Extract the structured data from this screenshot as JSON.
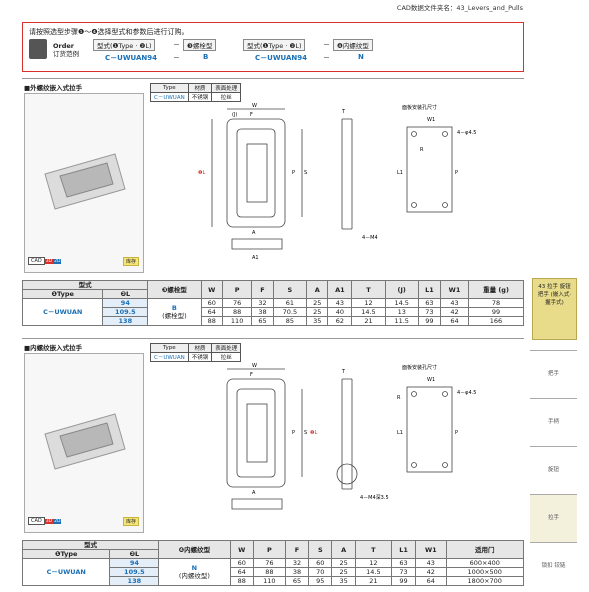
{
  "header": {
    "cad_file": "CAD数据文件夹名：43_Levers_and_Pulls"
  },
  "order": {
    "intro": "请按照选型步骤❶～❹选择型式和参数后进行订购。",
    "label_en": "Order",
    "label_cn": "订货范例",
    "box1": "型式(❶Type · ❷L)",
    "box2": "❸螺栓型",
    "box3": "型式(❶Type · ❷L)",
    "box4": "❹内螺纹型",
    "val1": "C－UWUAN94",
    "val2": "B",
    "val3": "C－UWUAN94",
    "val4": "N",
    "dash": "－"
  },
  "sec1": {
    "title": "外螺纹嵌入式拉手",
    "spec_headers": [
      "Type",
      "材质",
      "表面处理"
    ],
    "spec_row": [
      "C－UWUAN",
      "不锈钢",
      "拉丝"
    ],
    "cad": "CAD",
    "b3d": "3D",
    "b2d": "2D",
    "stock": "库存",
    "labels": {
      "w": "W",
      "f": "F",
      "j": "(J)",
      "t": "T",
      "s": "S",
      "p": "P",
      "a": "A",
      "a1": "A1",
      "l": "❷L",
      "panel": "面板安装孔尺寸",
      "w1": "W1",
      "l1": "L1",
      "hole": "4－φ4.5",
      "m4": "4－M4",
      "r": "R"
    },
    "table": {
      "h_type": "型式",
      "h_1": "❶Type",
      "h_2": "❷L",
      "h_3": "❸螺栓型",
      "cols": [
        "W",
        "P",
        "F",
        "S",
        "A",
        "A1",
        "T",
        "(J)",
        "L1",
        "W1",
        "重量 (g)"
      ],
      "type": "C－UWUAN",
      "bolt": "B",
      "bolt_note": "(螺栓型)",
      "rows": [
        {
          "l": "94",
          "v": [
            "60",
            "76",
            "32",
            "61",
            "25",
            "43",
            "12",
            "14.5",
            "63",
            "43",
            "78"
          ]
        },
        {
          "l": "109.5",
          "v": [
            "64",
            "88",
            "38",
            "70.5",
            "25",
            "40",
            "14.5",
            "13",
            "73",
            "42",
            "99"
          ]
        },
        {
          "l": "138",
          "v": [
            "88",
            "110",
            "65",
            "85",
            "35",
            "62",
            "21",
            "11.5",
            "99",
            "64",
            "166"
          ]
        }
      ]
    }
  },
  "sec2": {
    "title": "内螺纹嵌入式拉手",
    "spec_headers": [
      "Type",
      "材质",
      "表面处理"
    ],
    "spec_row": [
      "C－UWUAN",
      "不锈钢",
      "拉丝"
    ],
    "cad": "CAD",
    "b3d": "3D",
    "b2d": "2D",
    "stock": "库存",
    "labels": {
      "w": "W",
      "f": "F",
      "s": "S",
      "p": "P",
      "a": "A",
      "t": "T",
      "l": "❷L",
      "panel": "面板安装孔尺寸",
      "w1": "W1",
      "l1": "L1",
      "hole": "4－φ4.5",
      "m4": "4－M4深3.5",
      "r": "R"
    },
    "table": {
      "h_type": "型式",
      "h_1": "❶Type",
      "h_2": "❷L",
      "h_3": "❹内螺纹型",
      "cols": [
        "W",
        "P",
        "F",
        "S",
        "A",
        "T",
        "L1",
        "W1",
        "适用门"
      ],
      "type": "C－UWUAN",
      "bolt": "N",
      "bolt_note": "(内螺纹型)",
      "rows": [
        {
          "l": "94",
          "v": [
            "60",
            "76",
            "32",
            "60",
            "25",
            "12",
            "63",
            "43",
            "600×400"
          ]
        },
        {
          "l": "109.5",
          "v": [
            "64",
            "88",
            "38",
            "70",
            "25",
            "14.5",
            "73",
            "42",
            "1000×500"
          ]
        },
        {
          "l": "138",
          "v": [
            "88",
            "110",
            "65",
            "95",
            "35",
            "21",
            "99",
            "64",
            "1800×700"
          ]
        }
      ]
    }
  },
  "side": {
    "active": "43 拉手 旋钮 把手 (嵌入式·握手式)",
    "tabs": [
      "把手",
      "手柄",
      "旋钮",
      "拉手",
      "锁扣 铰链"
    ]
  }
}
